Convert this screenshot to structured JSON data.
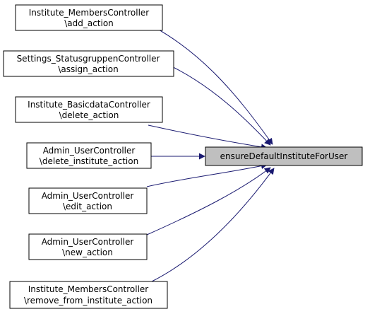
{
  "target": {
    "label": "ensureDefaultInstituteForUser",
    "fill": "#bfbfbf"
  },
  "callers": [
    {
      "line1": "Institute_MembersController",
      "line2": "\\add_action"
    },
    {
      "line1": "Settings_StatusgruppenController",
      "line2": "\\assign_action"
    },
    {
      "line1": "Institute_BasicdataController",
      "line2": "\\delete_action"
    },
    {
      "line1": "Admin_UserController",
      "line2": "\\delete_institute_action"
    },
    {
      "line1": "Admin_UserController",
      "line2": "\\edit_action"
    },
    {
      "line1": "Admin_UserController",
      "line2": "\\new_action"
    },
    {
      "line1": "Institute_MembersController",
      "line2": "\\remove_from_institute_action"
    }
  ],
  "colors": {
    "edge": "#191970",
    "border": "#000000",
    "node_fill": "#ffffff"
  }
}
